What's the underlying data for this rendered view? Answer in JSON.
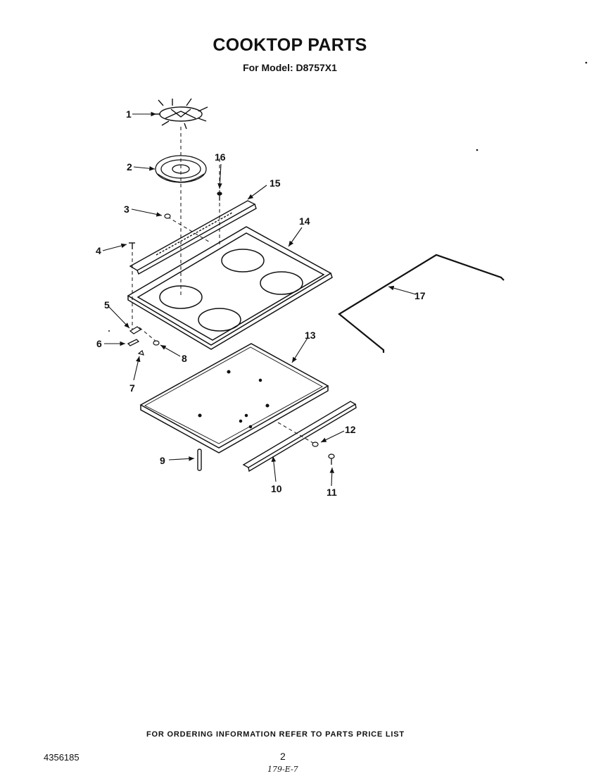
{
  "title": "COOKTOP PARTS",
  "subtitle": "For Model: D8757X1",
  "parts": [
    {
      "number": "1"
    },
    {
      "number": "2"
    },
    {
      "number": "3"
    },
    {
      "number": "4"
    },
    {
      "number": "5"
    },
    {
      "number": "6"
    },
    {
      "number": "7"
    },
    {
      "number": "8"
    },
    {
      "number": "9"
    },
    {
      "number": "10"
    },
    {
      "number": "11"
    },
    {
      "number": "12"
    },
    {
      "number": "13"
    },
    {
      "number": "14"
    },
    {
      "number": "15"
    },
    {
      "number": "16"
    },
    {
      "number": "17"
    }
  ],
  "footer": {
    "ordering_note": "FOR ORDERING INFORMATION REFER TO PARTS PRICE LIST",
    "doc_number": "4356185",
    "page_number": "2",
    "handwritten_code": "179-E-7"
  }
}
